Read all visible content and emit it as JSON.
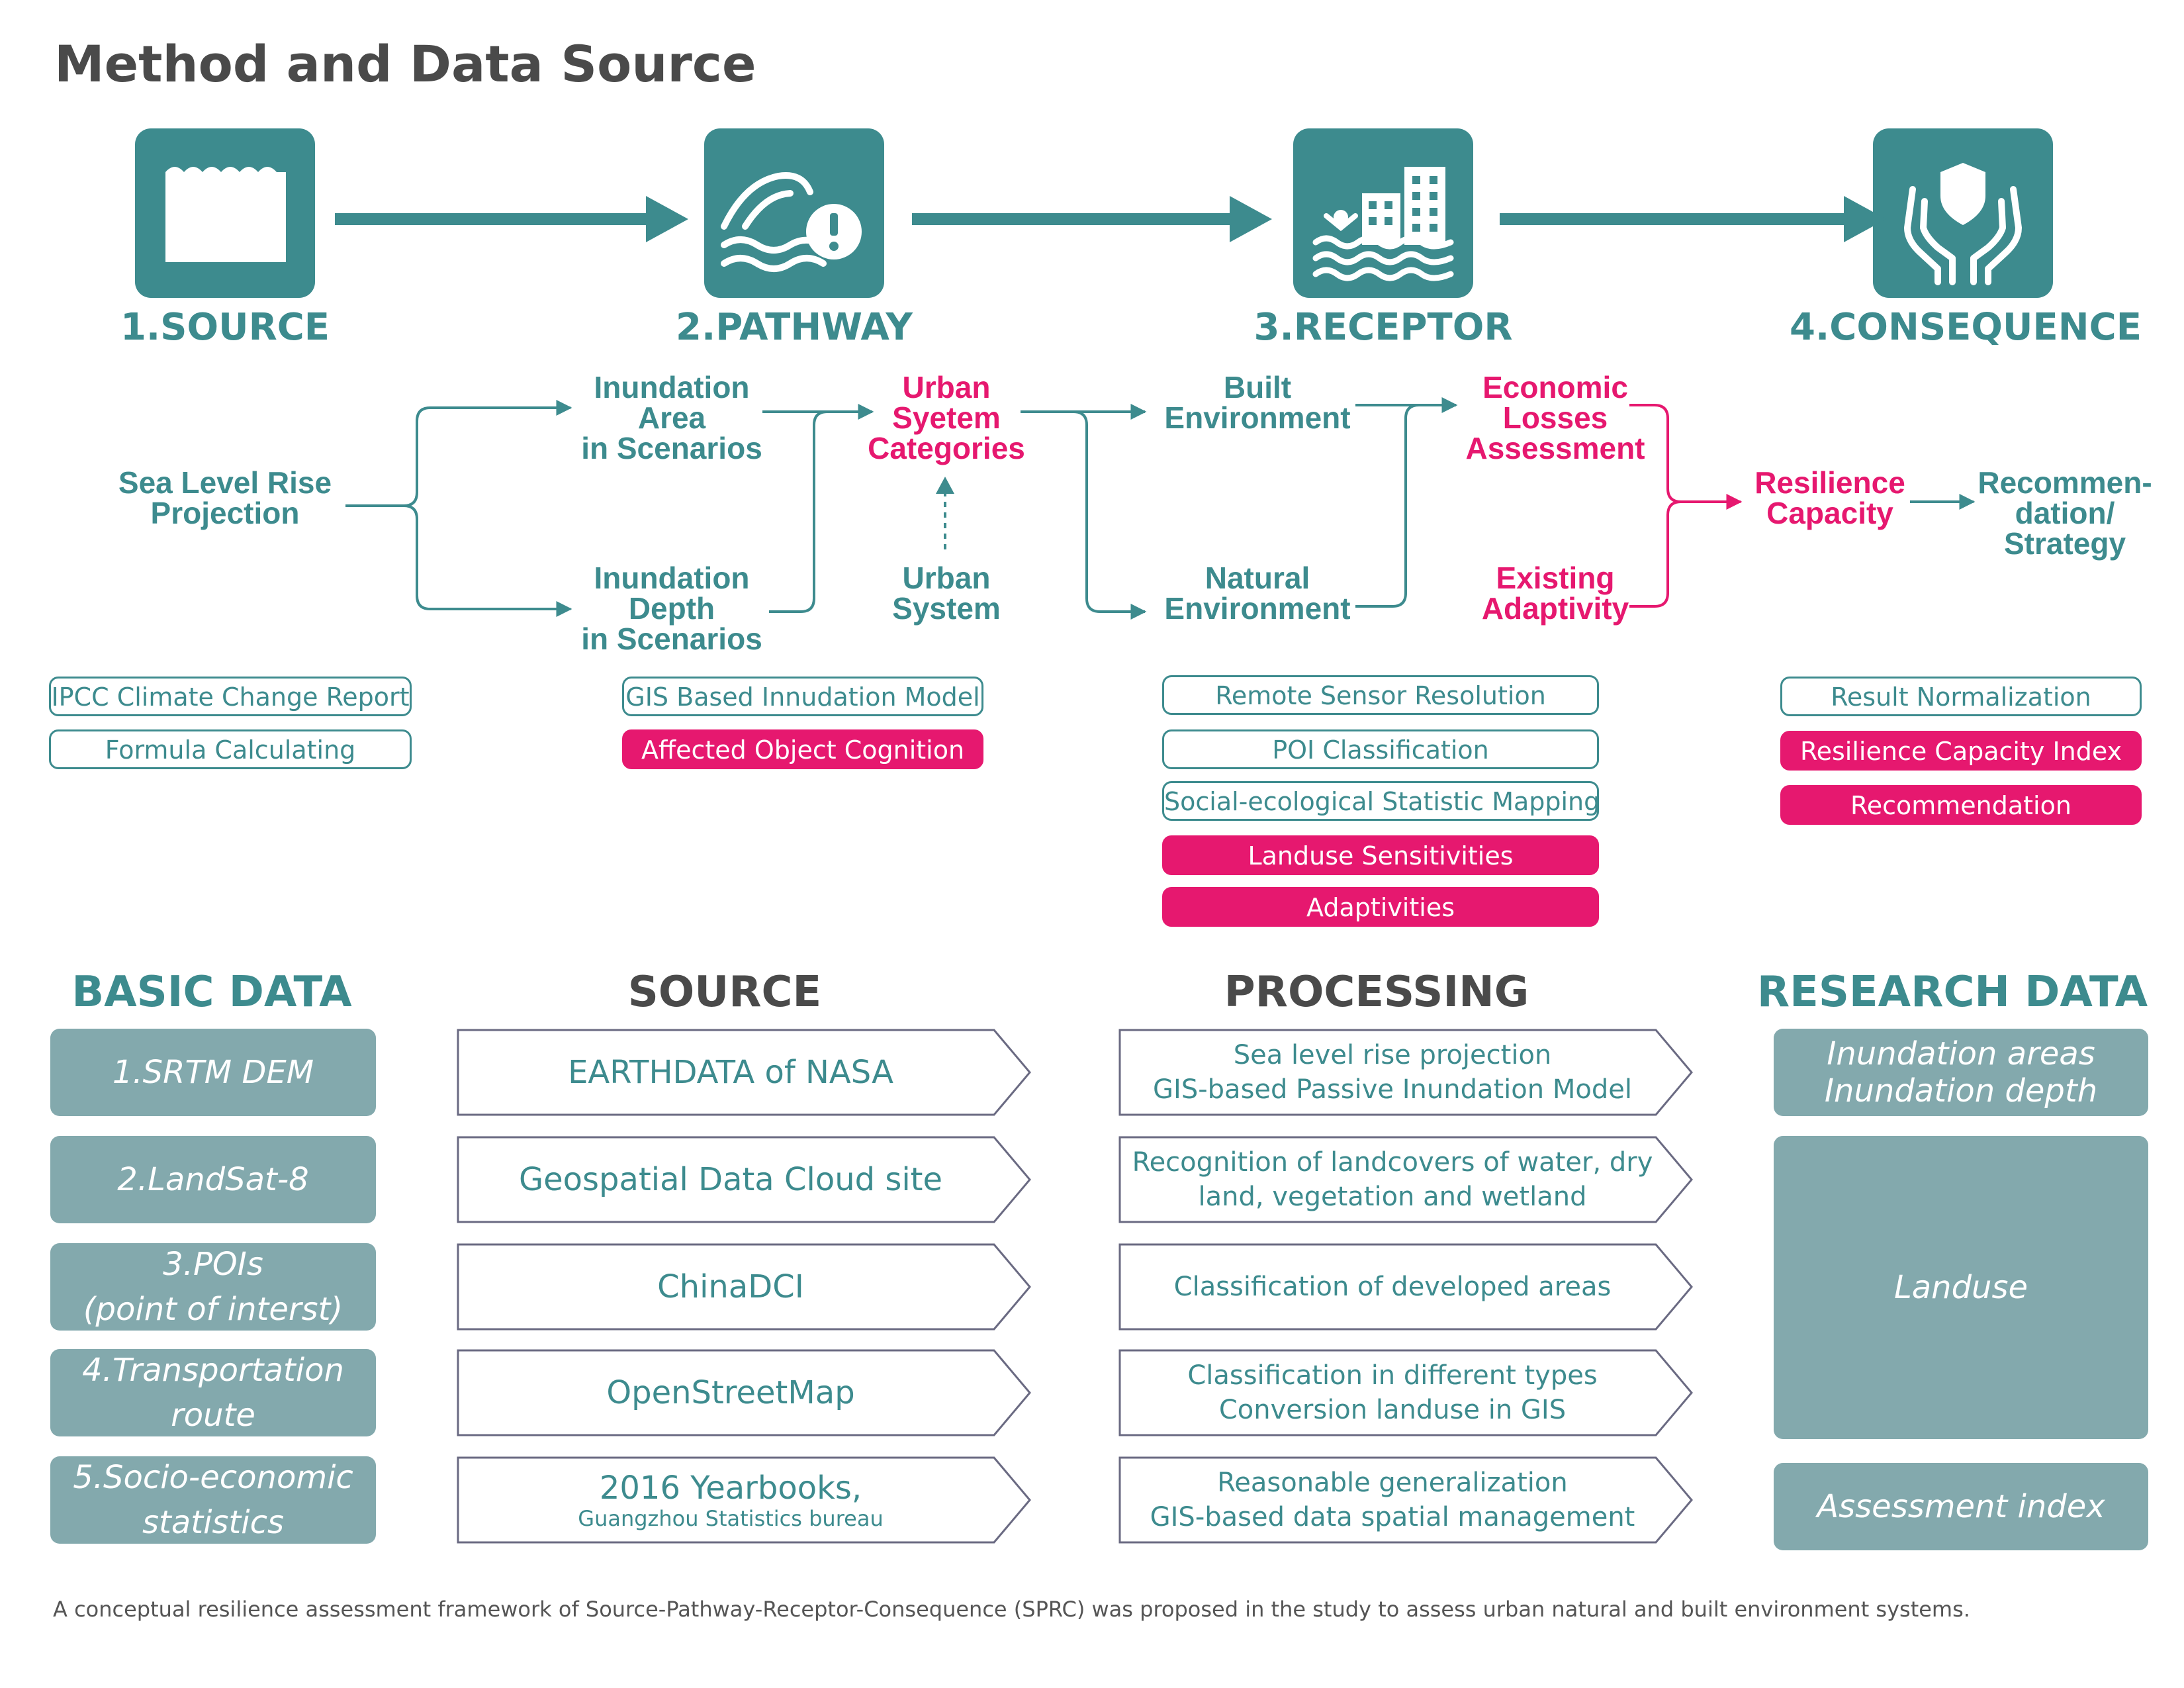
{
  "title": "Method and Data Source",
  "stages": [
    {
      "label": "1.SOURCE",
      "icon": "sea-level-icon"
    },
    {
      "label": "2.PATHWAY",
      "icon": "wave-warning-icon"
    },
    {
      "label": "3.RECEPTOR",
      "icon": "flooded-city-icon"
    },
    {
      "label": "4.CONSEQUENCE",
      "icon": "shield-hands-icon"
    }
  ],
  "flow": {
    "sea_level": "Sea Level Rise\nProjection",
    "inundation_area": "Inundation\nArea\nin Scenarios",
    "inundation_depth": "Inundation\nDepth\nin Scenarios",
    "urban_categories": "Urban\nSyetem\nCategories",
    "urban_system": "Urban\nSystem",
    "built_env": "Built\nEnvironment",
    "natural_env": "Natural\nEnvironment",
    "economic_losses": "Economic\nLosses\nAssessment",
    "existing_adaptivity": "Existing\nAdaptivity",
    "resilience_capacity": "Resilience\nCapacity",
    "recommendation": "Recommen-\ndation/\nStrategy"
  },
  "methods": {
    "source": [
      "IPCC Climate Change Report",
      "Formula Calculating"
    ],
    "pathway": [
      "GIS Based Innudation Model",
      "Affected Object Cognition"
    ],
    "receptor": [
      "Remote Sensor Resolution",
      "POI Classification",
      "Social-ecological Statistic Mapping",
      "Landuse Sensitivities",
      "Adaptivities"
    ],
    "consequence": [
      "Result Normalization",
      "Resilience Capacity Index",
      "Recommendation"
    ]
  },
  "headers": {
    "basic_data": "BASIC DATA",
    "source": "SOURCE",
    "processing": "PROCESSING",
    "research_data": "RESEARCH DATA"
  },
  "basic_data": [
    "1.SRTM DEM",
    "2.LandSat-8",
    "3.POIs\n(point of interst)",
    "4.Transportation\nroute",
    "5.Socio-economic\nstatistics"
  ],
  "sources": [
    {
      "main": "EARTHDATA of NASA",
      "sub": ""
    },
    {
      "main": "Geospatial Data Cloud site",
      "sub": ""
    },
    {
      "main": "ChinaDCI",
      "sub": ""
    },
    {
      "main": "OpenStreetMap",
      "sub": ""
    },
    {
      "main": "2016 Yearbooks,",
      "sub": "Guangzhou Statistics bureau"
    }
  ],
  "processing": [
    "Sea level rise projection\nGIS-based Passive Inundation Model",
    "Recognition of landcovers of water, dry\nland, vegetation and wetland",
    "Classification of developed areas",
    "Classification in different types\nConversion landuse in GIS",
    "Reasonable generalization\nGIS-based data spatial management"
  ],
  "research_data": [
    "Inundation areas\nInundation depth",
    "Landuse",
    "Assessment index"
  ],
  "caption": "A conceptual resilience assessment framework of Source-Pathway-Receptor-Consequence (SPRC) was proposed in the study to assess urban natural and built environment systems.",
  "colors": {
    "teal": "#3d8b8e",
    "pink": "#e6186f",
    "data_box": "#83a9ad",
    "outline": "#6a6a82"
  }
}
